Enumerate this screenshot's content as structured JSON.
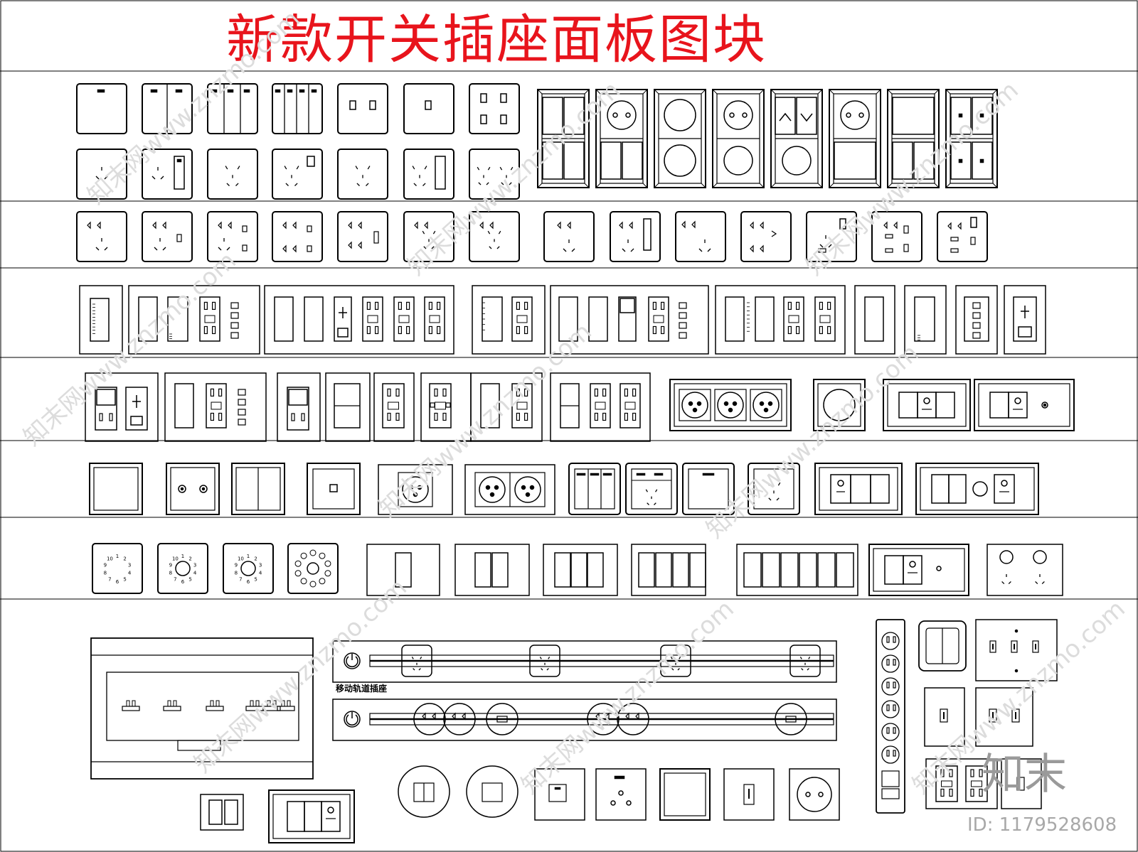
{
  "title": "新款开关插座面板图块",
  "rail_label": "移动轨道插座",
  "watermark": {
    "brand": "知末",
    "id_text": "ID: 1179528608",
    "tiles": [
      "知末网www.znzmo.com",
      "知末网www.znzmo.com",
      "知末网www.znzmo.com",
      "知末网www.znzmo.com",
      "知末网www.znzmo.com",
      "知末网www.znzmo.com",
      "知末网www.znzmo.com",
      "知末网www.znzmo.com",
      "知末网www.znzmo.com"
    ]
  },
  "colors": {
    "title": "#e8141c",
    "line": "#000000",
    "watermark": "#dcdcdc"
  },
  "dial_labels": [
    "1",
    "2",
    "3",
    "4",
    "5",
    "6",
    "7",
    "8",
    "9",
    "10"
  ]
}
